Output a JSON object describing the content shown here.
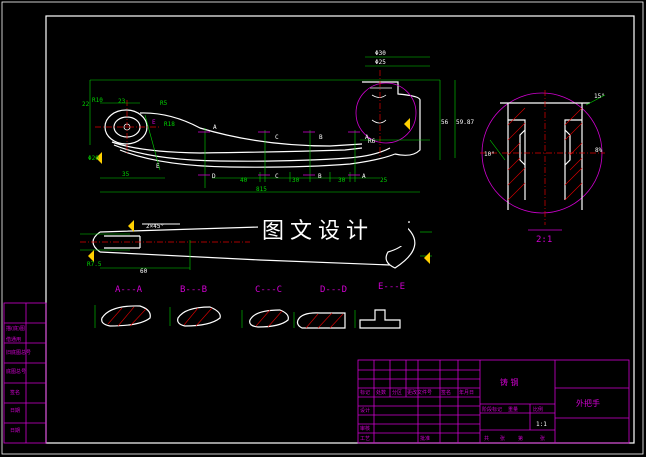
{
  "banner": "图文设计",
  "dims": {
    "d30": "Φ30",
    "d25": "Φ25",
    "r6": "R6",
    "r10": "R10",
    "r5": "R5",
    "d20": "Φ20",
    "r18": "R18",
    "v22": "22",
    "v23": "23",
    "v35": "35",
    "v40": "40",
    "v30a": "30",
    "v30b": "30",
    "v25": "25",
    "v815": "815",
    "v56": "56",
    "v59": "59.87",
    "v60": "60",
    "v15": "15°",
    "v10": "10°",
    "v8": "8%",
    "chamfer": "2×45°",
    "w15": "R7.5"
  },
  "cuts": {
    "a": "A",
    "b": "B",
    "c": "C",
    "d": "D",
    "e": "E"
  },
  "sections": [
    "A---A",
    "B---B",
    "C---C",
    "D---D",
    "E---E"
  ],
  "detail_scale": "2:1",
  "title_block": {
    "drawing_name": "外把手",
    "material": "铸 钢",
    "scale": "1:1",
    "side_labels": [
      "描(底)图",
      "借通用",
      "旧底图总号",
      "底图总号",
      "签名",
      "日期",
      "日期"
    ],
    "row_labels": [
      "标记",
      "处数",
      "分区",
      "更改文件号",
      "签名",
      "年月日"
    ],
    "roles": [
      "设计",
      "审核",
      "工艺",
      "批准"
    ],
    "grade_labels": [
      "阶段标记",
      "重量",
      "比例"
    ],
    "sheet_labels": [
      "共",
      "张",
      "第",
      "张"
    ]
  }
}
